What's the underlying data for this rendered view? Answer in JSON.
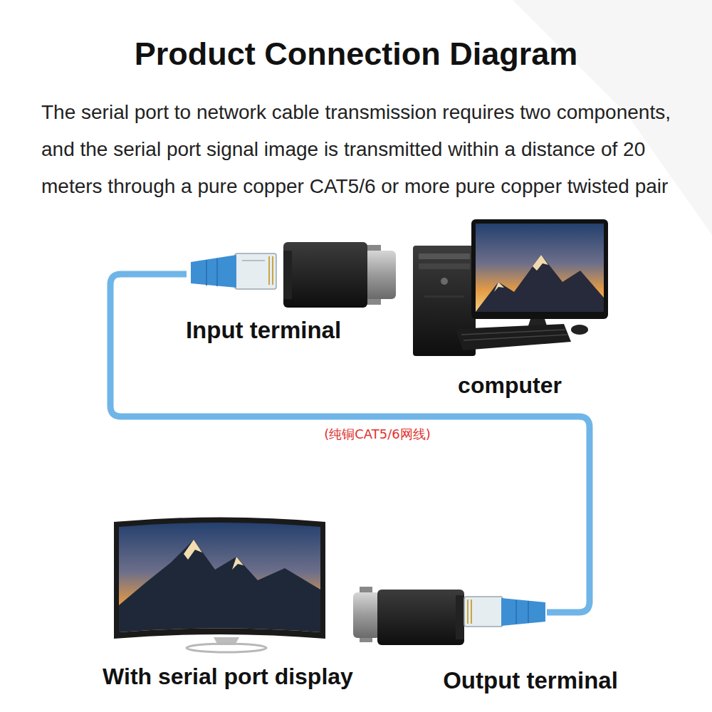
{
  "diagram": {
    "title": "Product Connection Diagram",
    "nodes": [
      {
        "text": [
          "Input terminal"
        ]
      },
      {
        "text": [
          "computer"
        ]
      },
      {
        "text": [
          "With serial port display"
        ]
      },
      {
        "text": [
          "Output terminal"
        ]
      }
    ],
    "edges": [
      {
        "from": 0,
        "to": 3,
        "arrow": "none",
        "label": "(纯铜CAT5/6网线)"
      }
    ],
    "labels": [
      "The serial port to network cable transmission requires two components, and the serial port signal image is transmitted within a distance of 20 meters through a pure copper CAT5/6 or more pure copper twisted pair"
    ]
  }
}
